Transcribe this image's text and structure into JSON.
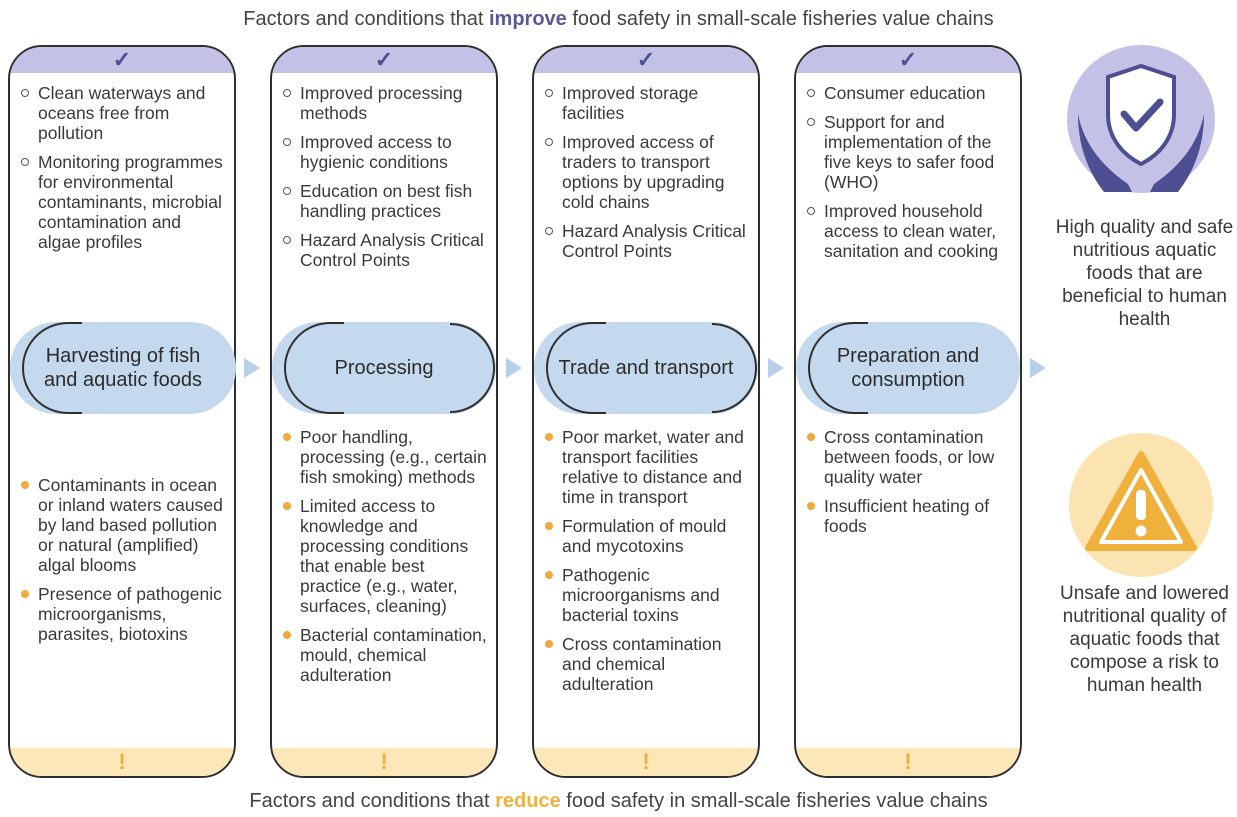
{
  "top_title": {
    "prefix": "Factors and conditions that ",
    "keyword": "improve",
    "suffix": " food safety in small-scale fisheries value chains"
  },
  "bottom_title": {
    "prefix": "Factors and conditions that ",
    "keyword": "reduce",
    "suffix": " food safety in small-scale fisheries value chains"
  },
  "check_mark": "✓",
  "exclaim_mark": "!",
  "colors": {
    "improve": "#5a5a9a",
    "reduce": "#f0b03c",
    "top_bar": "#c3c2e6",
    "bottom_bar": "#fbe7b8",
    "stage": "#c4d8ee"
  },
  "columns": [
    {
      "stage": "Harvesting of fish and aquatic foods",
      "improve": [
        "Clean waterways and oceans free from pollution",
        "Monitoring programmes for environmental contaminants, microbial contamination and algae profiles"
      ],
      "reduce": [
        "Contaminants in ocean or inland waters caused by land based pollution or natural (amplified) algal blooms",
        "Presence of pathogenic microorganisms, parasites, biotoxins"
      ]
    },
    {
      "stage": "Processing",
      "improve": [
        "Improved processing methods",
        "Improved access to hygienic conditions",
        "Education on best fish handling practices",
        "Hazard Analysis Critical Control Points"
      ],
      "reduce": [
        "Poor handling, processing (e.g., certain fish smoking) methods",
        "Limited access to knowledge and processing conditions that enable best practice (e.g., water, surfaces, cleaning)",
        "Bacterial contamination, mould, chemical adulteration"
      ]
    },
    {
      "stage": "Trade and transport",
      "improve": [
        "Improved storage facilities",
        "Improved access of traders to transport options by upgrading cold chains",
        "Hazard Analysis Critical Control Points"
      ],
      "reduce": [
        "Poor market, water and transport facilities relative to distance and time in transport",
        "Formulation of mould and mycotoxins",
        "Pathogenic microorganisms and bacterial toxins",
        "Cross contamination and chemical adulteration"
      ]
    },
    {
      "stage": "Preparation and consumption",
      "improve": [
        "Consumer education",
        "Support for and implementation of the five keys to safer food (WHO)",
        "Improved household access to clean water, sanitation and cooking"
      ],
      "reduce": [
        "Cross contamination between foods, or low quality water",
        "Insufficient heating of foods"
      ]
    }
  ],
  "outcomes": {
    "good": "High quality and safe nutritious aquatic foods that are beneficial to human health",
    "bad": "Unsafe and lowered nutritional quality of aquatic foods that compose a risk to human health"
  },
  "icons": {
    "good": "shield-check-hands-icon",
    "bad": "warning-triangle-icon"
  }
}
